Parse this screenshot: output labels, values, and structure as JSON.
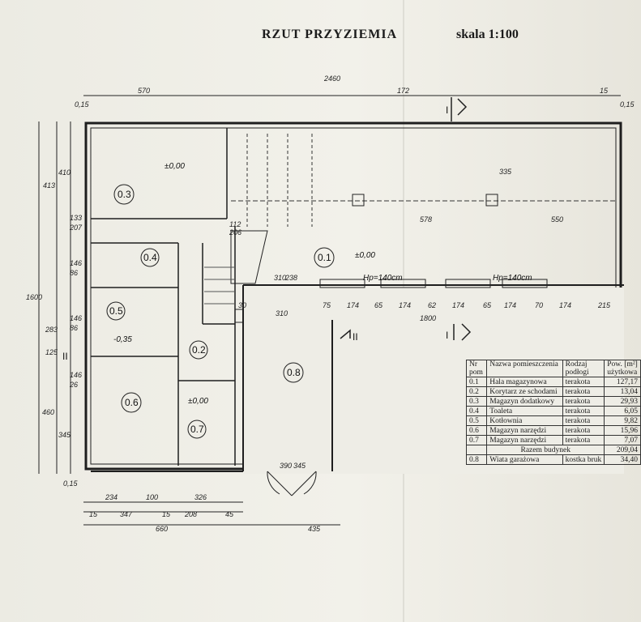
{
  "header": {
    "title": "RZUT PRZYZIEMIA",
    "scale": "skala 1:100"
  },
  "rooms": [
    {
      "no": "0.1"
    },
    {
      "no": "0.2"
    },
    {
      "no": "0.3"
    },
    {
      "no": "0.4"
    },
    {
      "no": "0.5"
    },
    {
      "no": "0.6"
    },
    {
      "no": "0.7"
    },
    {
      "no": "0.8"
    }
  ],
  "levels": {
    "l1": "±0,00",
    "l2": "±0,00",
    "l3": "-0,35",
    "l4": "±0,00"
  },
  "hp_labels": {
    "a": "Hp=140cm",
    "b": "Hp=140cm"
  },
  "section_markers": {
    "one": "I",
    "two": "II"
  },
  "dimensions": {
    "top_total": "2460",
    "top_left": "570",
    "top_mid": "172",
    "top_right": "15",
    "left_margin_top": "0,15",
    "right_margin": "0,15",
    "bottom_left_margin": "0,15",
    "right_col_a": "335",
    "col_578": "578",
    "col_550": "550",
    "left_total": "1600",
    "left_413": "413",
    "left_410": "410",
    "left_133": "133",
    "left_207": "207",
    "left_146a": "146",
    "left_86a": "86",
    "left_146b": "146",
    "left_86b": "86",
    "left_283": "283",
    "left_125": "125",
    "left_146c": "146",
    "left_26": "26",
    "left_460": "460",
    "left_345": "345",
    "inner_112": "112",
    "inner_206": "206",
    "inner_310": "310",
    "inner_238": "238",
    "bottom_234": "234",
    "bottom_100": "100",
    "bottom_326": "326",
    "bottom_15a": "15",
    "bottom_347": "347",
    "bottom_15b": "15",
    "bottom_208": "208",
    "bottom_45": "45",
    "bottom_660": "660",
    "bottom_435": "435",
    "front_1800": "1800",
    "front_30": "30",
    "front_310": "310",
    "front_75": "75",
    "front_174a": "174",
    "front_65a": "65",
    "front_174b": "174",
    "front_62": "62",
    "front_174c": "174",
    "front_65b": "65",
    "front_174d": "174",
    "front_70": "70",
    "front_174e": "174",
    "front_215": "215",
    "door_390": "390",
    "door_345": "345"
  },
  "legend": {
    "headers": {
      "nr": "Nr pom",
      "name": "Nazwa pomieszczenia",
      "floor": "Rodzaj podłogi",
      "area": "Pow. [m²] użytkowa"
    },
    "rows": [
      {
        "nr": "0.1",
        "name": "Hala magazynowa",
        "floor": "terakota",
        "area": "127,17"
      },
      {
        "nr": "0.2",
        "name": "Korytarz ze schodami",
        "floor": "terakota",
        "area": "13,04"
      },
      {
        "nr": "0.3",
        "name": "Magazyn dodatkowy",
        "floor": "terakota",
        "area": "29,93"
      },
      {
        "nr": "0.4",
        "name": "Toaleta",
        "floor": "terakota",
        "area": "6,05"
      },
      {
        "nr": "0.5",
        "name": "Kotłownia",
        "floor": "terakota",
        "area": "9,82"
      },
      {
        "nr": "0.6",
        "name": "Magazyn narzędzi",
        "floor": "terakota",
        "area": "15,96"
      },
      {
        "nr": "0.7",
        "name": "Magazyn narzędzi",
        "floor": "terakota",
        "area": "7,07"
      }
    ],
    "total": {
      "label": "Razem budynek",
      "area": "209,04"
    },
    "extra": {
      "nr": "0.8",
      "name": "Wiata garażowa",
      "floor": "kostka bruk",
      "area": "34,40"
    }
  }
}
